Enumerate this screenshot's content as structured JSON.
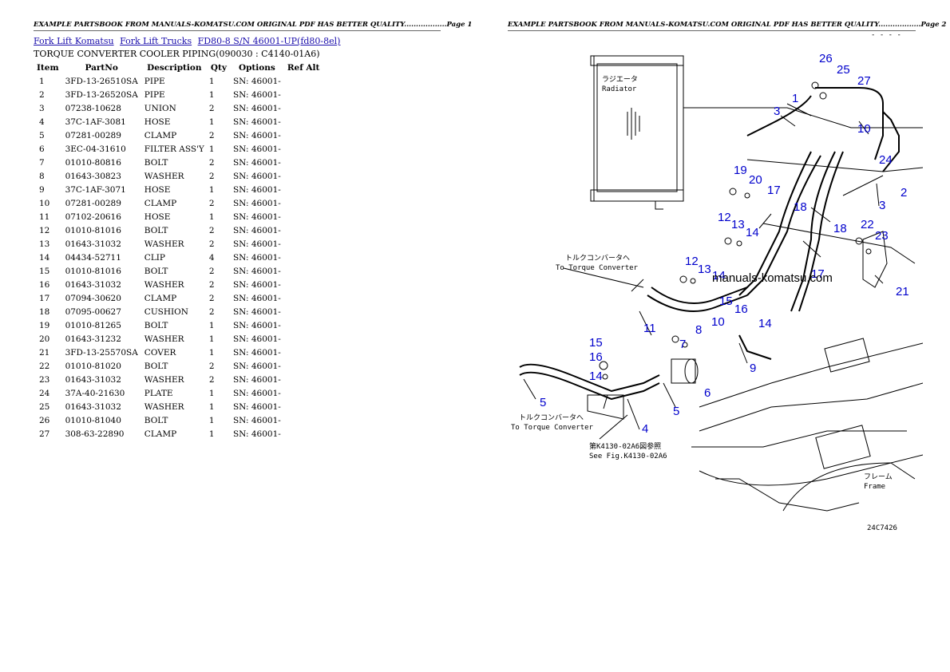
{
  "headers": {
    "page1": "EXAMPLE PARTSBOOK FROM MANUALS-KOMATSU.COM ORIGINAL PDF HAS BETTER QUALITY..................Page 1",
    "page2": "EXAMPLE PARTSBOOK FROM MANUALS-KOMATSU.COM ORIGINAL PDF HAS BETTER QUALITY..................Page 2"
  },
  "breadcrumb": [
    {
      "label": "Fork Lift Komatsu"
    },
    {
      "label": "Fork Lift Trucks"
    },
    {
      "label": "FD80-8 S/N 46001-UP(fd80-8el)"
    }
  ],
  "section_title": "TORQUE CONVERTER COOLER PIPING(090030 : C4140-01A6)",
  "table": {
    "columns": [
      "Item",
      "PartNo",
      "Description",
      "Qty",
      "Options",
      "Ref Alt"
    ],
    "rows": [
      [
        "1",
        "3FD-13-26510SA",
        "PIPE",
        "1",
        "SN: 46001-",
        ""
      ],
      [
        "2",
        "3FD-13-26520SA",
        "PIPE",
        "1",
        "SN: 46001-",
        ""
      ],
      [
        "3",
        "07238-10628",
        "UNION",
        "2",
        "SN: 46001-",
        ""
      ],
      [
        "4",
        "37C-1AF-3081",
        "HOSE",
        "1",
        "SN: 46001-",
        ""
      ],
      [
        "5",
        "07281-00289",
        "CLAMP",
        "2",
        "SN: 46001-",
        ""
      ],
      [
        "6",
        "3EC-04-31610",
        "FILTER ASS'Y",
        "1",
        "SN: 46001-",
        ""
      ],
      [
        "7",
        "01010-80816",
        "BOLT",
        "2",
        "SN: 46001-",
        ""
      ],
      [
        "8",
        "01643-30823",
        "WASHER",
        "2",
        "SN: 46001-",
        ""
      ],
      [
        "9",
        "37C-1AF-3071",
        "HOSE",
        "1",
        "SN: 46001-",
        ""
      ],
      [
        "10",
        "07281-00289",
        "CLAMP",
        "2",
        "SN: 46001-",
        ""
      ],
      [
        "11",
        "07102-20616",
        "HOSE",
        "1",
        "SN: 46001-",
        ""
      ],
      [
        "12",
        "01010-81016",
        "BOLT",
        "2",
        "SN: 46001-",
        ""
      ],
      [
        "13",
        "01643-31032",
        "WASHER",
        "2",
        "SN: 46001-",
        ""
      ],
      [
        "14",
        "04434-52711",
        "CLIP",
        "4",
        "SN: 46001-",
        ""
      ],
      [
        "15",
        "01010-81016",
        "BOLT",
        "2",
        "SN: 46001-",
        ""
      ],
      [
        "16",
        "01643-31032",
        "WASHER",
        "2",
        "SN: 46001-",
        ""
      ],
      [
        "17",
        "07094-30620",
        "CLAMP",
        "2",
        "SN: 46001-",
        ""
      ],
      [
        "18",
        "07095-00627",
        "CUSHION",
        "2",
        "SN: 46001-",
        ""
      ],
      [
        "19",
        "01010-81265",
        "BOLT",
        "1",
        "SN: 46001-",
        ""
      ],
      [
        "20",
        "01643-31232",
        "WASHER",
        "1",
        "SN: 46001-",
        ""
      ],
      [
        "21",
        "3FD-13-25570SA",
        "COVER",
        "1",
        "SN: 46001-",
        ""
      ],
      [
        "22",
        "01010-81020",
        "BOLT",
        "2",
        "SN: 46001-",
        ""
      ],
      [
        "23",
        "01643-31032",
        "WASHER",
        "2",
        "SN: 46001-",
        ""
      ],
      [
        "24",
        "37A-40-21630",
        "PLATE",
        "1",
        "SN: 46001-",
        ""
      ],
      [
        "25",
        "01643-31032",
        "WASHER",
        "1",
        "SN: 46001-",
        ""
      ],
      [
        "26",
        "01010-81040",
        "BOLT",
        "1",
        "SN: 46001-",
        ""
      ],
      [
        "27",
        "308-63-22890",
        "CLAMP",
        "1",
        "SN: 46001-",
        ""
      ]
    ]
  },
  "diagram": {
    "watermark": "manuals-komatsu.com",
    "labels": {
      "radiator_jp": "ラジエータ",
      "radiator_en": "Radiator",
      "to_tc_jp": "トルクコンバータへ",
      "to_tc_en": "To Torque Converter",
      "to_tc2_jp": "トルクコンバータへ",
      "to_tc2_en": "To Torque Converter",
      "see_fig_jp": "第K4130-02A6図参照",
      "see_fig_en": "See Fig.K4130-02A6",
      "frame_jp": "フレーム",
      "frame_en": "Frame",
      "fig_code": "24C7426",
      "top_code": "- - - -"
    },
    "callouts": [
      {
        "t": "26"
      },
      {
        "t": "25"
      },
      {
        "t": "27"
      },
      {
        "t": "1"
      },
      {
        "t": "3"
      },
      {
        "t": "10"
      },
      {
        "t": "24"
      },
      {
        "t": "2"
      },
      {
        "t": "3"
      },
      {
        "t": "19"
      },
      {
        "t": "20"
      },
      {
        "t": "17"
      },
      {
        "t": "18"
      },
      {
        "t": "12"
      },
      {
        "t": "13"
      },
      {
        "t": "14"
      },
      {
        "t": "18"
      },
      {
        "t": "22"
      },
      {
        "t": "23"
      },
      {
        "t": "21"
      },
      {
        "t": "12"
      },
      {
        "t": "13"
      },
      {
        "t": "14"
      },
      {
        "t": "15"
      },
      {
        "t": "16"
      },
      {
        "t": "17"
      },
      {
        "t": "14"
      },
      {
        "t": "11"
      },
      {
        "t": "7"
      },
      {
        "t": "8"
      },
      {
        "t": "10"
      },
      {
        "t": "9"
      },
      {
        "t": "15"
      },
      {
        "t": "16"
      },
      {
        "t": "14"
      },
      {
        "t": "6"
      },
      {
        "t": "5"
      },
      {
        "t": "5"
      },
      {
        "t": "4"
      }
    ]
  }
}
